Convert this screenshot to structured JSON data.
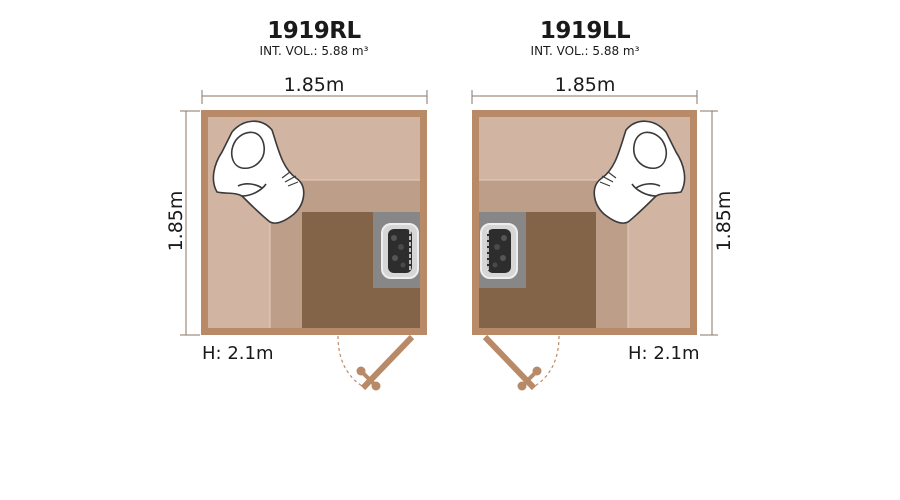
{
  "colors": {
    "wall": "#b98a68",
    "bench_upper": "#d1b5a2",
    "bench_lower": "#bd9e89",
    "floor": "#836449",
    "heater_base": "#878787",
    "dim_line": "#8b7566",
    "door_arc": "#b98a68"
  },
  "diagrams": [
    {
      "model": "1919RL",
      "volume_label": "INT. VOL.: 5.88 m³",
      "width_label": "1.85m",
      "depth_label": "1.85m",
      "height_label": "H: 2.1m",
      "heater_side": "right",
      "door_side": "right"
    },
    {
      "model": "1919LL",
      "volume_label": "INT. VOL.: 5.88 m³",
      "width_label": "1.85m",
      "depth_label": "1.85m",
      "height_label": "H: 2.1m",
      "heater_side": "left",
      "door_side": "left"
    }
  ]
}
